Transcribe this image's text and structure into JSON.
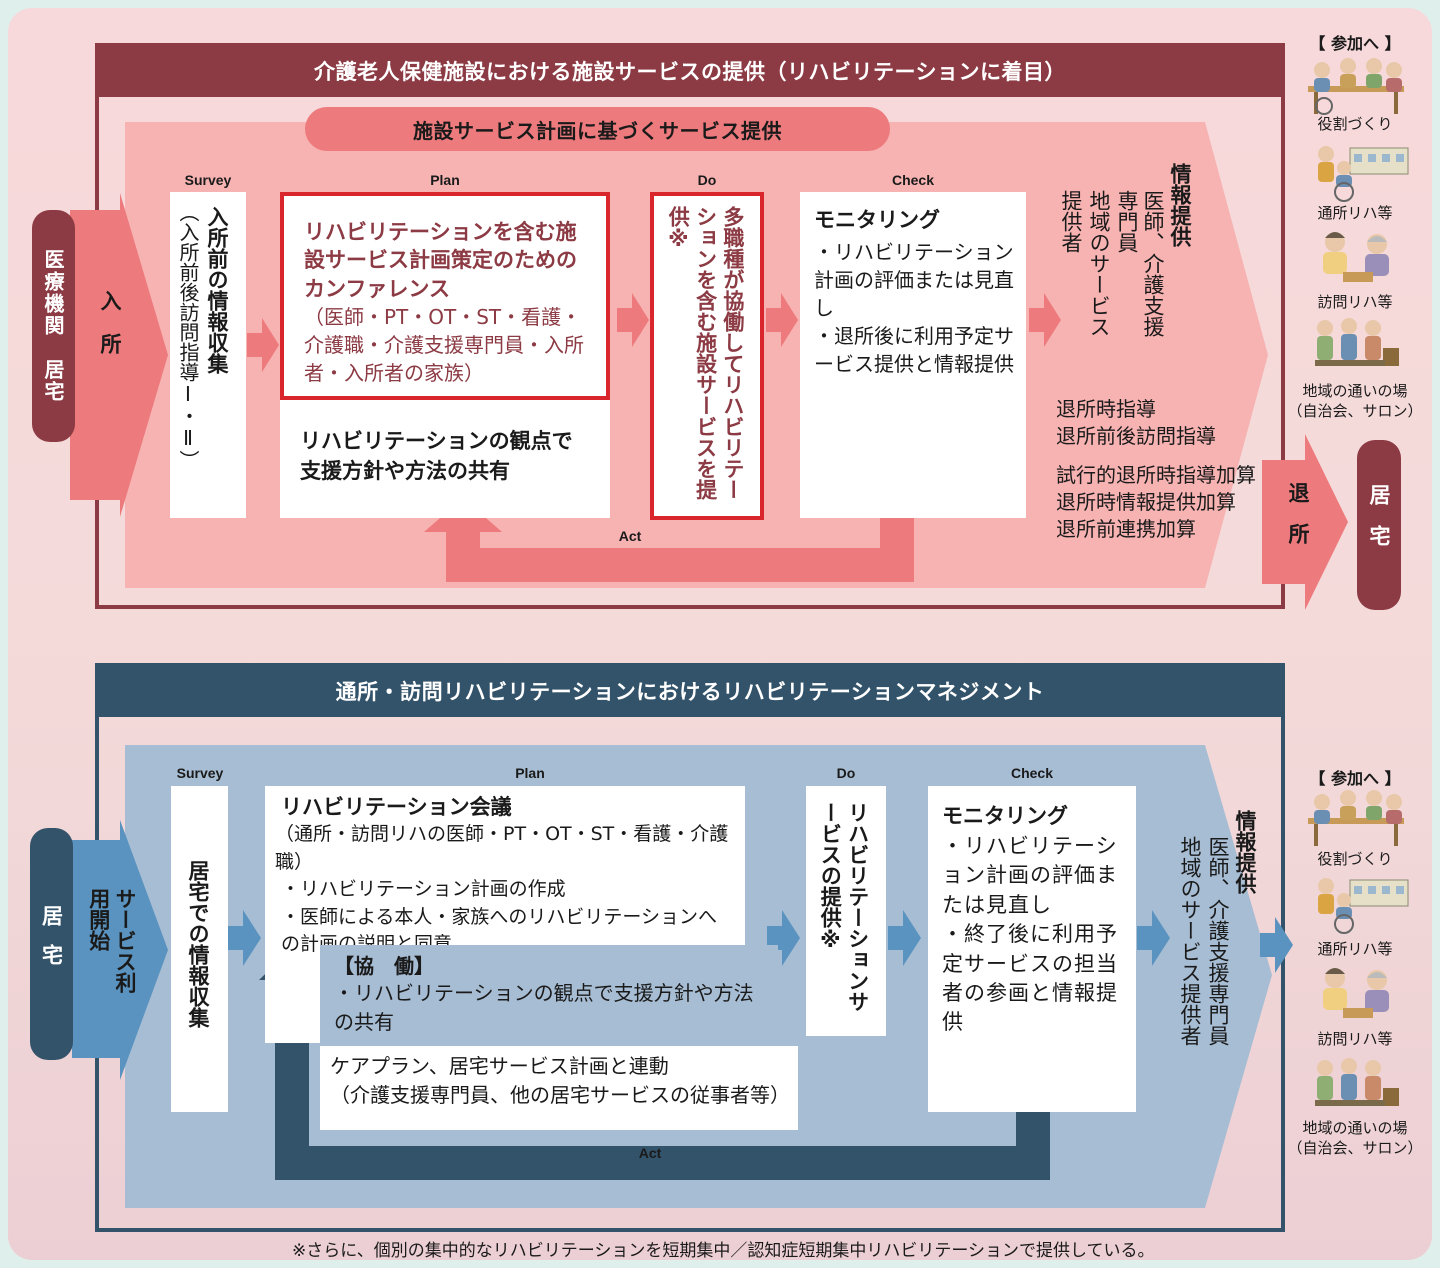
{
  "colors": {
    "maroon": "#8c3a43",
    "blue_dark": "#33536a",
    "salmon": "#ed7a7d",
    "salmon_light": "#f7b2b2",
    "blue_light": "#a7bdd4",
    "red_box": "#d9252c"
  },
  "top": {
    "title": "介護老人保健施設における施設サービスの提供（リハビリテーションに着目）",
    "sub_title": "施設サービス計画に基づくサービス提供",
    "entry_from": "医療機関　居宅",
    "entry_label": "入所",
    "phases": {
      "survey": "Survey",
      "plan": "Plan",
      "do": "Do",
      "check": "Check",
      "act": "Act"
    },
    "survey_title": "入所前の情報収集",
    "survey_note": "（入所前後訪問指導Ⅰ・Ⅱ）",
    "plan_title": "リハビリテーションを含む施設サービス計画策定のためのカンファレンス",
    "plan_members": "（医師・PT・OT・ST・看護・介護職・介護支援専門員・入所者・入所者の家族）",
    "plan_share": "リハビリテーションの観点で支援方針や方法の共有",
    "do_text": "多職種が協働してリハビリテーションを含む施設サービスを提供※",
    "check_title": "モニタリング",
    "check_items": [
      "・リハビリテーション計画の評価または見直し",
      "・退所後に利用予定サービス提供と情報提供"
    ],
    "info_title": "情報提供",
    "info_lines": [
      "医師、介護支援",
      "専門員",
      "地域のサービス",
      "提供者"
    ],
    "discharge_guidance": [
      "退所時指導",
      "退所前後訪問指導"
    ],
    "discharge_additions": [
      "試行的退所時指導加算",
      "退所時情報提供加算",
      "退所前連携加算"
    ],
    "exit_label": "退所",
    "exit_to": "居宅"
  },
  "bottom": {
    "title": "通所・訪問リハビリテーションにおけるリハビリテーションマネジメント",
    "entry_from": "居宅",
    "entry_label": "サービス利用開始",
    "phases": {
      "survey": "Survey",
      "plan": "Plan",
      "do": "Do",
      "check": "Check",
      "act": "Act"
    },
    "survey_text": "居宅での情報収集",
    "plan_title": "リハビリテーション会議",
    "plan_members": "（通所・訪問リハの医師・PT・OT・ST・看護・介護職）",
    "plan_items": [
      "・リハビリテーション計画の作成",
      "・医師による本人・家族へのリハビリテーションへの計画の説明と同意"
    ],
    "collab_title": "【協　働】",
    "collab_text": "・リハビリテーションの観点で支援方針や方法の共有",
    "careplan_line1": "ケアプラン、居宅サービス計画と連動",
    "careplan_line2": "（介護支援専門員、他の居宅サービスの従事者等）",
    "do_text": "リハビリテーションサービスの提供※",
    "check_title": "モニタリング",
    "check_items": [
      "・リハビリテーション計画の評価または見直し",
      "・終了後に利用予定サービスの担当者の参画と情報提供"
    ],
    "info_title": "情報提供",
    "info_lines": [
      "医師、介護支援専門員",
      "地域のサービス提供者"
    ]
  },
  "side_top": {
    "header": "【 参加へ 】",
    "items": [
      "役割づくり",
      "通所リハ等",
      "訪問リハ等",
      "地域の通いの場"
    ],
    "sub": "（自治会、サロン）"
  },
  "side_bottom": {
    "header": "【 参加へ 】",
    "items": [
      "役割づくり",
      "通所リハ等",
      "訪問リハ等",
      "地域の通いの場"
    ],
    "sub": "（自治会、サロン）"
  },
  "footnote": "※さらに、個別の集中的なリハビリテーションを短期集中／認知症短期集中リハビリテーションで提供している。"
}
